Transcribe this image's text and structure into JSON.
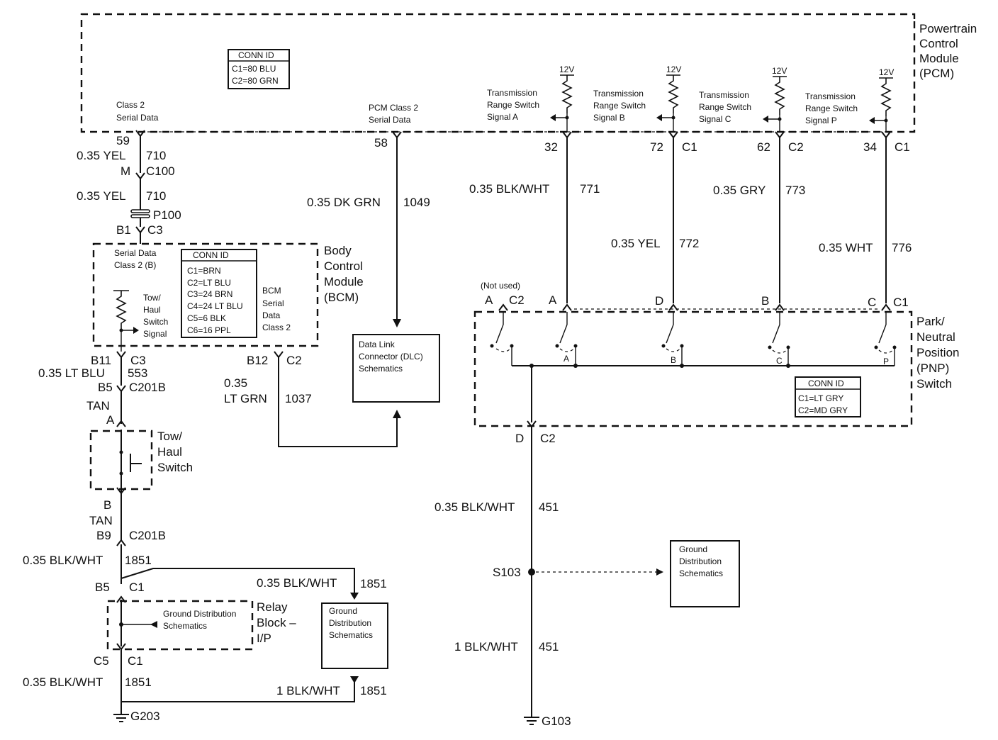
{
  "pcm": {
    "title": [
      "Powertrain",
      "Control",
      "Module",
      "(PCM)"
    ],
    "conn_id": {
      "title": "CONN ID",
      "lines": [
        "C1=80 BLU",
        "C2=80 GRN"
      ]
    },
    "class2_label": [
      "Class 2",
      "Serial Data"
    ],
    "pcm_class2_label": [
      "PCM Class 2",
      "Serial Data"
    ],
    "supply": "12V",
    "signals": [
      {
        "lines": [
          "Transmission",
          "Range Switch",
          "Signal A"
        ],
        "pin": "32",
        "conn": ""
      },
      {
        "lines": [
          "Transmission",
          "Range Switch",
          "Signal B"
        ],
        "pin": "72",
        "conn": "C1"
      },
      {
        "lines": [
          "Transmission",
          "Range Switch",
          "Signal C"
        ],
        "pin": "62",
        "conn": "C2"
      },
      {
        "lines": [
          "Transmission",
          "Range Switch",
          "Signal P"
        ],
        "pin": "34",
        "conn": "C1"
      }
    ]
  },
  "left_column": {
    "pin59": "59",
    "wire710a": "0.35 YEL",
    "circ710a": "710",
    "m": "M",
    "c100": "C100",
    "wire710b": "0.35 YEL",
    "circ710b": "710",
    "p100": "P100",
    "b1": "B1",
    "c3a": "C3"
  },
  "bcm": {
    "title": [
      "Body",
      "Control",
      "Module",
      "(BCM)"
    ],
    "serial_label": [
      "Serial Data",
      "Class 2 (B)"
    ],
    "conn_id": {
      "title": "CONN ID",
      "lines": [
        "C1=BRN",
        "C2=LT BLU",
        "C3=24 BRN",
        "C4=24 LT BLU",
        "C5=6 BLK",
        "C6=16 PPL"
      ]
    },
    "bcm_serial": [
      "BCM",
      "Serial",
      "Data",
      "Class 2"
    ],
    "tow_signal": [
      "Tow/",
      "Haul",
      "Switch",
      "Signal"
    ],
    "b11": "B11",
    "c3": "C3",
    "wire553": "0.35 LT BLU",
    "circ553": "553",
    "b5": "B5",
    "c201b": "C201B",
    "tan": "TAN",
    "a": "A",
    "b12": "B12",
    "c2": "C2",
    "wire1037a": "0.35",
    "wire1037b": "LT GRN",
    "circ1037": "1037"
  },
  "dk_grn": {
    "pin": "58",
    "wire": "0.35 DK GRN",
    "circ": "1049"
  },
  "dlc": {
    "lines": [
      "Data Link",
      "Connector (DLC)",
      "Schematics"
    ]
  },
  "tow_switch": {
    "title": [
      "Tow/",
      "Haul",
      "Switch"
    ],
    "b": "B",
    "tan": "TAN",
    "b9": "B9",
    "c201b": "C201B"
  },
  "lower_left": {
    "wire1851a": "0.35 BLK/WHT",
    "circ1851a": "1851",
    "b5": "B5",
    "c1a": "C1",
    "wire1851b": "0.35 BLK/WHT",
    "circ1851b": "1851",
    "relay_title": [
      "Relay",
      "Block –",
      "I/P"
    ],
    "ground_dist": [
      "Ground Distribution",
      "Schematics"
    ],
    "gd_box": [
      "Ground",
      "Distribution",
      "Schematics"
    ],
    "c5": "C5",
    "c1b": "C1",
    "wire1851c": "0.35 BLK/WHT",
    "circ1851c": "1851",
    "wire1851d": "1 BLK/WHT",
    "circ1851d": "1851",
    "g203": "G203"
  },
  "pnp": {
    "title": [
      "Park/",
      "Neutral",
      "Position",
      "(PNP)",
      "Switch"
    ],
    "not_used": "(Not used)",
    "pins": [
      {
        "pin": "A",
        "conn": "C2"
      },
      {
        "pin": "A",
        "conn": ""
      },
      {
        "pin": "D",
        "conn": ""
      },
      {
        "pin": "B",
        "conn": ""
      },
      {
        "pin": "C",
        "conn": "C1"
      }
    ],
    "contacts": [
      "A",
      "B",
      "C",
      "P"
    ],
    "conn_id": {
      "title": "CONN ID",
      "lines": [
        "C1=LT GRY",
        "C2=MD GRY"
      ]
    },
    "out_pin": "D",
    "out_conn": "C2"
  },
  "wires": [
    {
      "wire": "0.35 BLK/WHT",
      "circ": "771"
    },
    {
      "wire": "0.35 YEL",
      "circ": "772"
    },
    {
      "wire": "0.35 GRY",
      "circ": "773"
    },
    {
      "wire": "0.35 WHT",
      "circ": "776"
    }
  ],
  "ground_right": {
    "wire451a": "0.35 BLK/WHT",
    "circ451a": "451",
    "s103": "S103",
    "gd": [
      "Ground",
      "Distribution",
      "Schematics"
    ],
    "wire451b": "1 BLK/WHT",
    "circ451b": "451",
    "g103": "G103"
  }
}
